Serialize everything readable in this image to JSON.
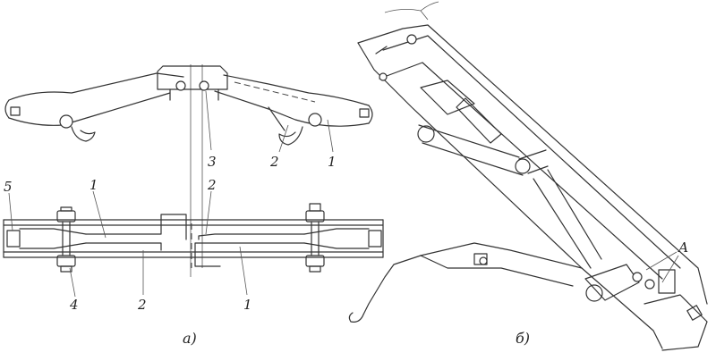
{
  "diagram": {
    "view_a": {
      "caption": "а)",
      "labels": {
        "n1_top": "1",
        "n2_top": "2",
        "n3": "3",
        "n5": "5",
        "n1_plan_left": "1",
        "n2_plan_top": "2",
        "n4": "4",
        "n2_plan_bottom": "2",
        "n1_plan_right": "1"
      }
    },
    "view_b": {
      "caption": "б)",
      "label_a": "А"
    }
  }
}
